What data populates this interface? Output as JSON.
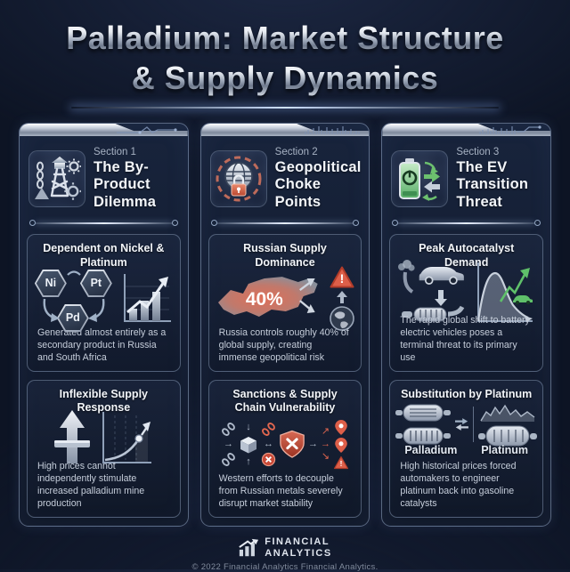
{
  "title": {
    "line1": "Palladium: Market Structure",
    "line2": "& Supply Dynamics"
  },
  "colors": {
    "background": "#0d1424",
    "panel": "#16213a",
    "metallic_light": "#f2f4f8",
    "metallic_dark": "#8a94a6",
    "accent_red": "#dd5f49",
    "accent_green": "#63c26c",
    "text_primary": "#f2f5f9",
    "text_secondary": "#c6cedb"
  },
  "columns": [
    {
      "section_label": "Section 1",
      "section_title": "The By-Product Dilemma",
      "header_icon": "mining-derrick-chains-gears-icon",
      "cards": [
        {
          "heading": "Dependent on Nickel & Platinum",
          "icons": [
            "nickel-hexagon",
            "platinum-hexagon",
            "palladium-hexagon",
            "rising-bar-chart-icon"
          ],
          "elements": {
            "ni": "Ni",
            "pt": "Pt",
            "pd": "Pd"
          },
          "description": "Generated almost entirely as a secondary product in Russia and South Africa"
        },
        {
          "heading": "Inflexible Supply Response",
          "icons": [
            "blocked-up-arrow-icon",
            "exponential-curve-chart-icon"
          ],
          "description": "High prices cannot independently stimulate increased palladium mine production"
        }
      ]
    },
    {
      "section_label": "Section 2",
      "section_title": "Geopolitical Choke Points",
      "header_icon": "globe-lock-icon",
      "cards": [
        {
          "heading": "Russian Supply Dominance",
          "icons": [
            "russia-map-icon",
            "warning-triangle-icon",
            "globe-icon"
          ],
          "stat": "40%",
          "description": "Russia controls roughly 40% of global supply, creating immense geopolitical risk"
        },
        {
          "heading": "Sanctions & Supply Chain Vulnerability",
          "icons": [
            "chain-icon",
            "package-icon",
            "shield-x-icon",
            "location-pin-icon",
            "warning-triangle-icon"
          ],
          "description": "Western efforts to decouple from Russian metals severely disrupt market stability"
        }
      ]
    },
    {
      "section_label": "Section 3",
      "section_title": "The EV Transition Threat",
      "header_icon": "ev-battery-arrows-icon",
      "cards": [
        {
          "heading": "Peak Autocatalyst Demand",
          "icons": [
            "car-exhaust-catalyst-icon",
            "peak-decline-chart-icon",
            "ev-growth-arrow-icon"
          ],
          "description": "The rapid global shift to battery electric vehicles poses a terminal threat to its primary use"
        },
        {
          "heading": "Substitution by Platinum",
          "icons": [
            "catalytic-converter-icon",
            "swap-arrows-icon",
            "price-sparkline-icon"
          ],
          "label_left": "Palladium",
          "label_right": "Platinum",
          "description": "High historical prices forced automakers to engineer platinum back into gasoline catalysts"
        }
      ]
    }
  ],
  "footer": {
    "brand_top": "FINANCIAL",
    "brand_bottom": "ANALYTICS",
    "brand_icon": "bar-chart-arrow-logo",
    "copyright": "© 2022 Financial Analytics Financial Analytics."
  }
}
